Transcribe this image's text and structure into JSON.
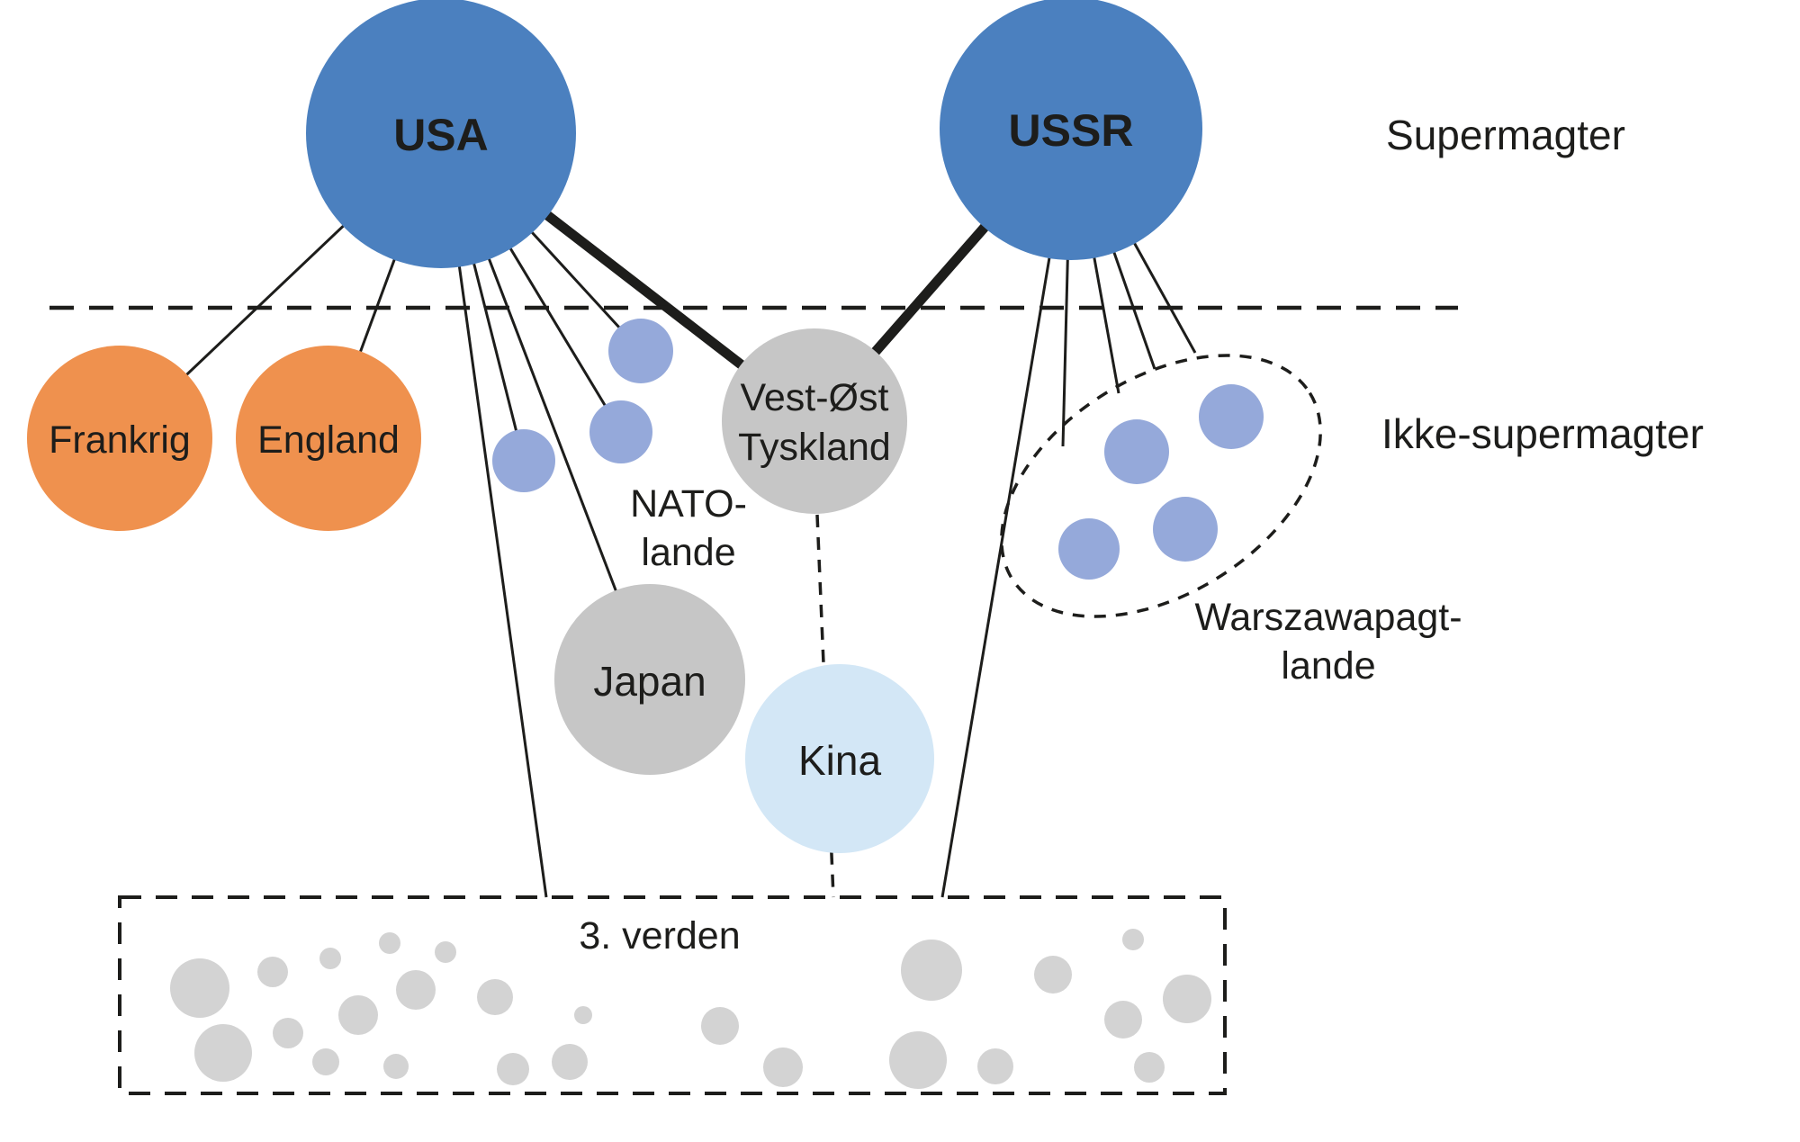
{
  "colors": {
    "superpower": "#4b80bf",
    "western_ally": "#ef914e",
    "bloc_member": "#95a9da",
    "neutral_gray": "#c6c6c6",
    "china_blue": "#d3e7f6",
    "third_world_dot": "#d3d3d3",
    "line": "#1d1d1b"
  },
  "nodes": {
    "usa": {
      "label": "USA"
    },
    "ussr": {
      "label": "USSR"
    },
    "frankrig": {
      "label": "Frankrig"
    },
    "england": {
      "label": "England"
    },
    "vest_oest": {
      "label_line1": "Vest-Øst",
      "label_line2": "Tyskland"
    },
    "japan": {
      "label": "Japan"
    },
    "kina": {
      "label": "Kina"
    }
  },
  "annotations": {
    "supermagter": "Supermagter",
    "ikke_supermagter": "Ikke-supermagter",
    "nato_line1": "NATO-",
    "nato_line2": "lande",
    "warszawa_line1": "Warszawapagt-",
    "warszawa_line2": "lande",
    "third_world": "3. verden"
  }
}
